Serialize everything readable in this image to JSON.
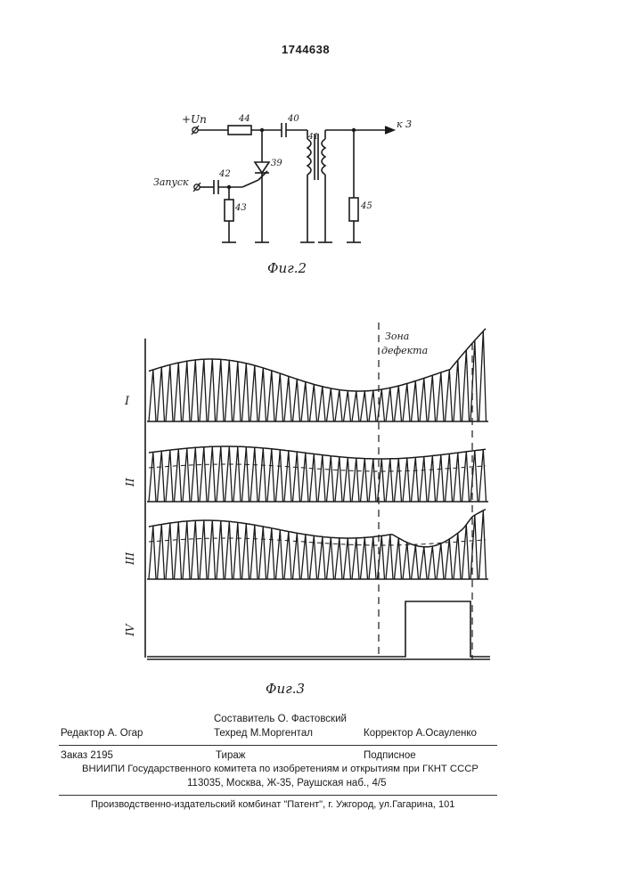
{
  "patent_number": "1744638",
  "fig2": {
    "caption": "Фиг.2",
    "labels": {
      "supply": "+Uп",
      "trigger": "Запуск",
      "output": "к 3",
      "r44": "44",
      "c40": "40",
      "t41": "41",
      "c42": "42",
      "d39": "39",
      "r43": "43",
      "r45": "45"
    }
  },
  "fig3": {
    "caption": "Фиг.3",
    "zone_label": [
      "Зона",
      "дефекта"
    ],
    "trace_labels": [
      "I",
      "II",
      "III",
      "IV"
    ]
  },
  "colophon": {
    "compiler": "Составитель  О. Фастовский",
    "editor": "Редактор   А. Огар",
    "techred": "Техред М.Моргентал",
    "corrector": "Корректор   А.Осауленко",
    "order": "Заказ  2195",
    "circulation": "Тираж",
    "subscription": "Подписное",
    "org": "ВНИИПИ Государственного комитета по изобретениям и открытиям при ГКНТ СССР",
    "address": "113035, Москва, Ж-35, Раушская наб., 4/5",
    "printer": "Производственно-издательский комбинат \"Патент\", г. Ужгород, ул.Гагарина, 101"
  }
}
